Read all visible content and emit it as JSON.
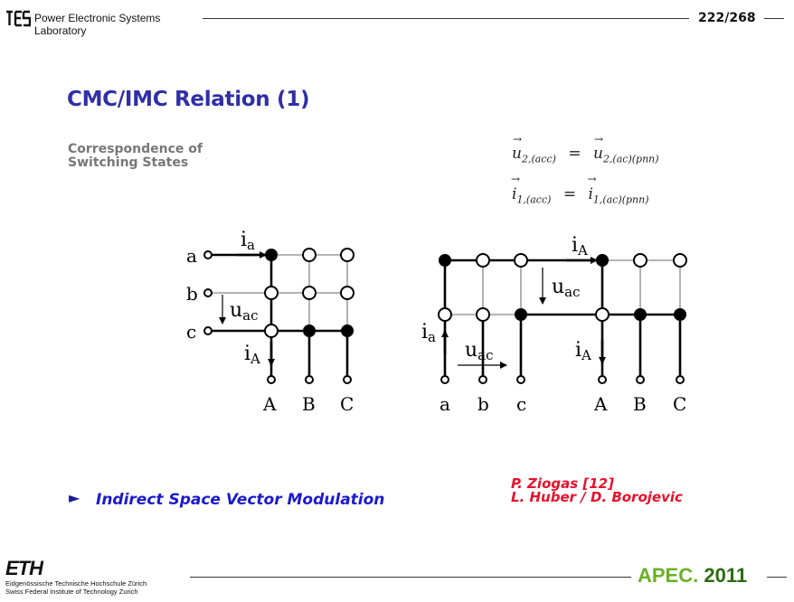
{
  "header": {
    "lab_line1": "Power Electronic Systems",
    "lab_line2": "Laboratory",
    "page": "222/268"
  },
  "slide": {
    "title": "CMC/IMC Relation  (1)",
    "subtitle_line1": "Correspondence of",
    "subtitle_line2": "Switching States",
    "bullet_text": "Indirect Space Vector Modulation",
    "ref_line1": "P. Ziogas  [12]",
    "ref_line2": "L. Huber / D. Borojevic"
  },
  "equations": {
    "eq1_lhs_sym": "u",
    "eq1_lhs_sub": "2,(acc)",
    "eq1_rhs_sym": "u",
    "eq1_rhs_sub": "2,(ac)(pnn)",
    "eq2_lhs_sym": "i",
    "eq2_lhs_sub": "1,(acc)",
    "eq2_rhs_sym": "i",
    "eq2_rhs_sub": "1,(ac)(pnn)"
  },
  "cmc": {
    "inputs": [
      "a",
      "b",
      "c"
    ],
    "outputs": [
      "A",
      "B",
      "C"
    ],
    "label_ia": "i",
    "label_ia_sub": "a",
    "label_iA": "i",
    "label_iA_sub": "A",
    "label_uac": "u",
    "label_uac_sub": "ac"
  },
  "imc": {
    "inputs": [
      "a",
      "b",
      "c"
    ],
    "outputs": [
      "A",
      "B",
      "C"
    ],
    "label_ia": "i",
    "label_ia_sub": "a",
    "label_iA_top": "i",
    "label_iA_top_sub": "A",
    "label_iA_bot": "i",
    "label_iA_bot_sub": "A",
    "label_uac_top": "u",
    "label_uac_top_sub": "ac",
    "label_uac_bot": "u",
    "label_uac_bot_sub": "ac"
  },
  "footer": {
    "eth": "ETH",
    "eth_line1": "Eidgenössische Technische Hochschule Zürich",
    "eth_line2": "Swiss Federal Institute of Technology Zurich",
    "apec": "APEC.",
    "apec_year": "2011"
  },
  "colors": {
    "title": "#2f2fa8",
    "bullet": "#1a1acc",
    "refs": "#e8112d",
    "apec": "#6ab023"
  }
}
